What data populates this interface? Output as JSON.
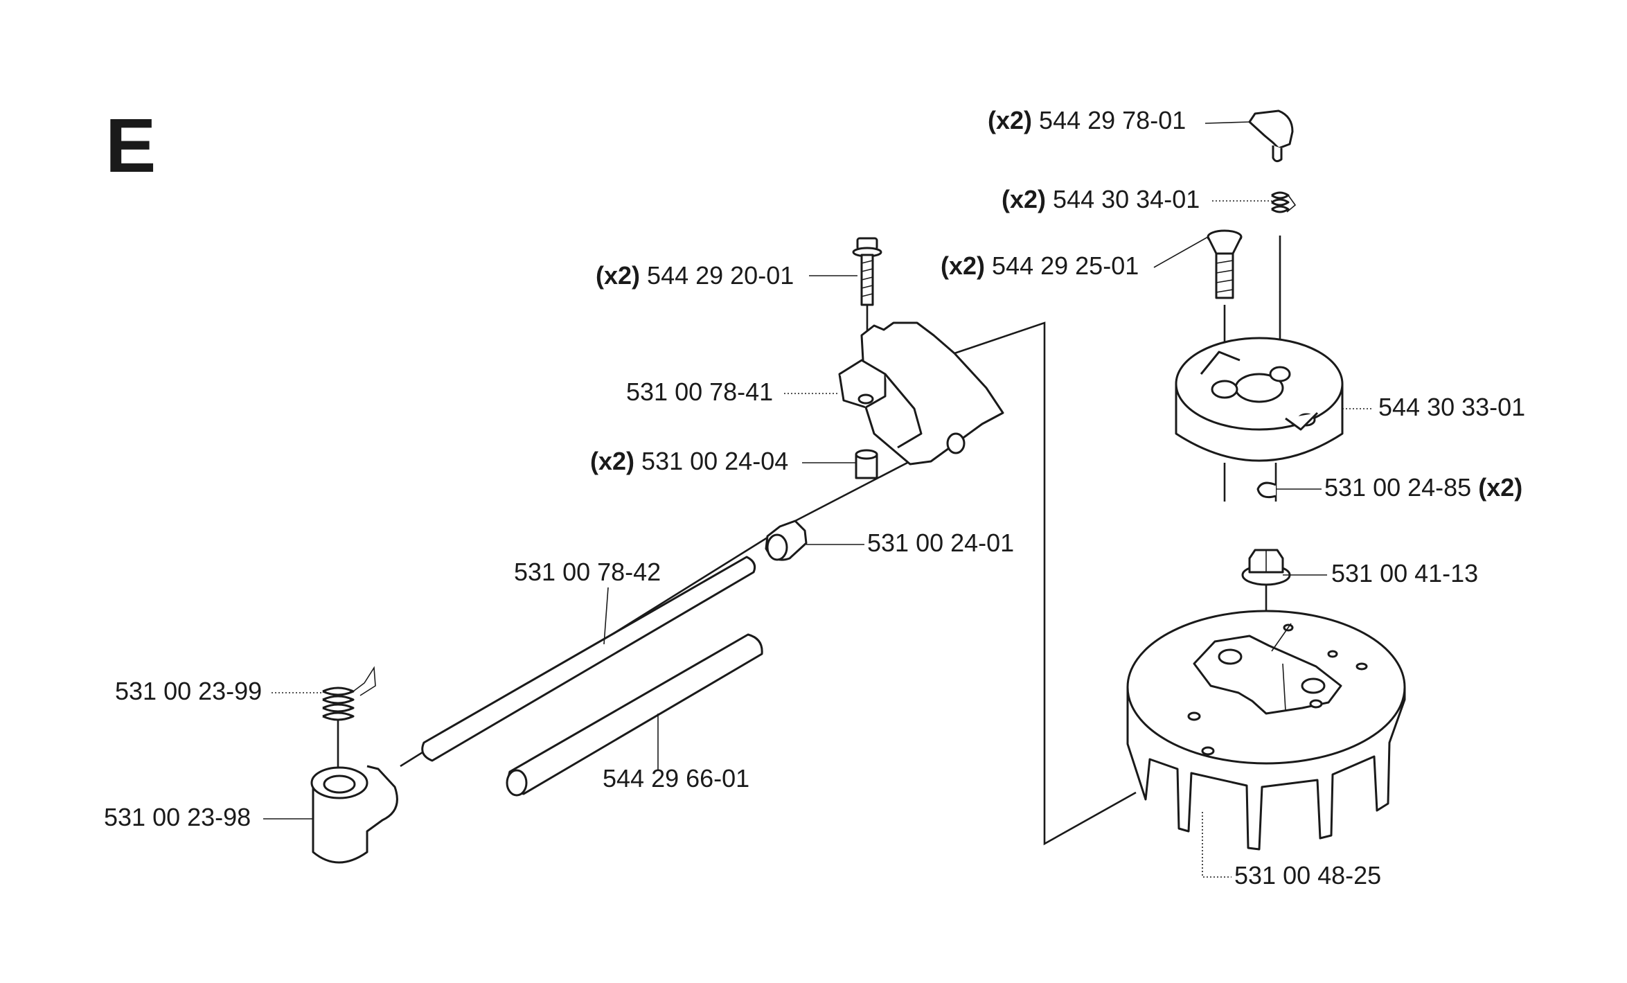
{
  "section": {
    "letter": "E"
  },
  "parts": {
    "p544_29_78_01": {
      "qty": "(x2)",
      "number": "544 29 78-01"
    },
    "p544_30_34_01": {
      "qty": "(x2)",
      "number": "544 30 34-01"
    },
    "p544_29_25_01": {
      "qty": "(x2)",
      "number": "544 29 25-01"
    },
    "p544_29_20_01": {
      "qty": "(x2)",
      "number": "544 29 20-01"
    },
    "p531_00_78_41": {
      "number": "531 00 78-41"
    },
    "p531_00_24_04": {
      "qty": "(x2)",
      "number": "531 00 24-04"
    },
    "p544_30_33_01": {
      "number": "544 30 33-01"
    },
    "p531_00_24_85": {
      "number": "531 00 24-85",
      "qty": "(x2)"
    },
    "p531_00_24_01": {
      "number": "531 00 24-01"
    },
    "p531_00_78_42": {
      "number": "531 00 78-42"
    },
    "p531_00_41_13": {
      "number": "531 00 41-13"
    },
    "p531_00_23_99": {
      "number": "531 00 23-99"
    },
    "p544_29_66_01": {
      "number": "544 29 66-01"
    },
    "p531_00_23_98": {
      "number": "531 00 23-98"
    },
    "p531_00_48_25": {
      "number": "531 00 48-25"
    }
  }
}
